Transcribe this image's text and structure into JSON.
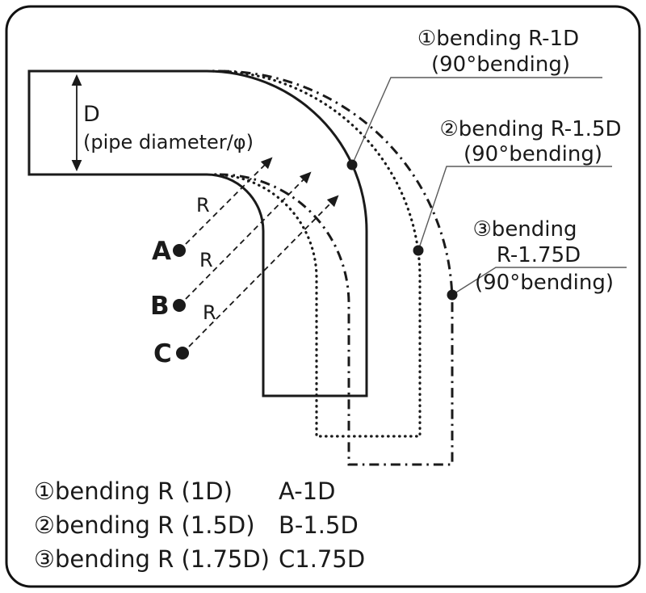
{
  "dimension": {
    "label": "D",
    "sublabel": "(pipe diameter/φ)"
  },
  "callout1": {
    "line1": "①bending R-1D",
    "line2": "(90°bending)"
  },
  "callout2": {
    "line1": "②bending R-1.5D",
    "line2": "(90°bending)"
  },
  "callout3": {
    "line1": "③bending",
    "line2": "R-1.75D",
    "line3": "(90°bending)"
  },
  "points": {
    "a": "A",
    "b": "B",
    "c": "C"
  },
  "radius_labels": {
    "r1": "R",
    "r2": "R",
    "r3": "R"
  },
  "legend": {
    "rows": [
      {
        "label": "①bending R (1D)",
        "code": "A-1D"
      },
      {
        "label": "②bending R (1.5D)",
        "code": "B-1.5D"
      },
      {
        "label": "③bending R (1.75D)",
        "code": "C1.75D"
      }
    ]
  },
  "colors": {
    "line": "#1a1a1a",
    "background": "#ffffff"
  }
}
